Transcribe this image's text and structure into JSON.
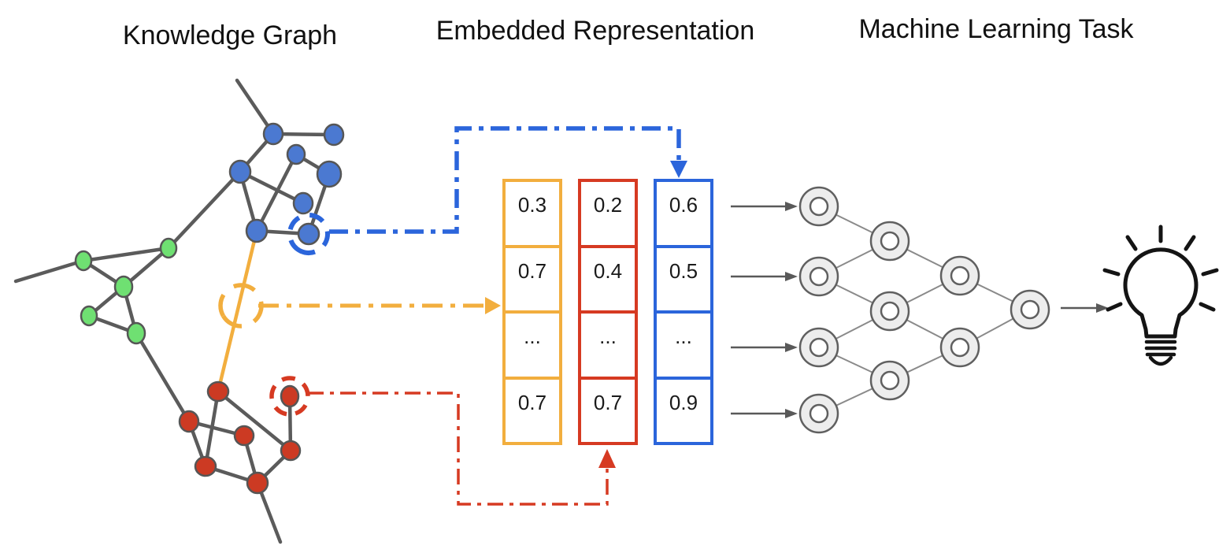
{
  "titles": {
    "knowledge_graph": "Knowledge Graph",
    "embedded_representation": "Embedded Representation",
    "machine_learning_task": "Machine Learning Task"
  },
  "embedding_columns": [
    {
      "id": "edge-embedding-yellow",
      "color": "#F2AE3E",
      "values": [
        "0.3",
        "0.7",
        "...",
        "0.7"
      ]
    },
    {
      "id": "node-embedding-red",
      "color": "#D63A22",
      "values": [
        "0.2",
        "0.4",
        "...",
        "0.7"
      ]
    },
    {
      "id": "node-embedding-blue",
      "color": "#2B65DB",
      "values": [
        "0.6",
        "0.5",
        "...",
        "0.9"
      ]
    }
  ],
  "knowledge_graph": {
    "cluster_colors": {
      "blue": "#4B79D1",
      "green": "#6FE072",
      "red": "#CC3A23"
    },
    "cluster_node_counts": {
      "blue": 8,
      "green": 5,
      "red": 7
    },
    "edge_color": "#5B5B5B",
    "highlights": [
      {
        "type": "node",
        "color": "#2B65DB",
        "target_column": "node-embedding-blue"
      },
      {
        "type": "edge",
        "color": "#F2AE3E",
        "target_column": "edge-embedding-yellow"
      },
      {
        "type": "node",
        "color": "#D63A22",
        "target_column": "node-embedding-red"
      }
    ]
  },
  "neural_network": {
    "layer_sizes": [
      4,
      3,
      2,
      1
    ]
  },
  "output_icon": "lightbulb"
}
